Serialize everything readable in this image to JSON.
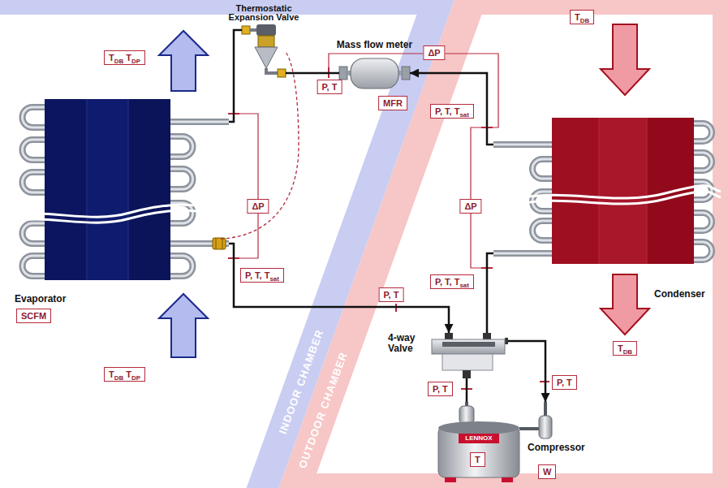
{
  "diagram": {
    "nodes": [
      {
        "text": [
          "TDB TDP"
        ]
      },
      {
        "text": [
          "Thermostatic Expansion Valve"
        ]
      },
      {
        "text": [
          "Mass flow meter"
        ]
      },
      {
        "text": [
          "ΔP"
        ]
      },
      {
        "text": [
          "TDB"
        ]
      },
      {
        "text": [
          "P, T"
        ]
      },
      {
        "text": [
          "MFR"
        ]
      },
      {
        "text": [
          "P, T, Tsat"
        ]
      },
      {
        "text": [
          "Evaporator"
        ]
      },
      {
        "text": [
          "Condenser"
        ]
      },
      {
        "text": [
          "ΔP"
        ]
      },
      {
        "text": [
          "ΔP"
        ]
      },
      {
        "text": [
          "P, T, Tsat"
        ]
      },
      {
        "text": [
          "P, T, Tsat"
        ]
      },
      {
        "text": [
          "P, T"
        ]
      },
      {
        "text": [
          "SCFM"
        ]
      },
      {
        "text": [
          "4-way Valve"
        ]
      },
      {
        "text": [
          "TDB"
        ]
      },
      {
        "text": [
          "TDB TDP"
        ]
      },
      {
        "text": [
          "P, T"
        ]
      },
      {
        "text": [
          "P, T"
        ]
      },
      {
        "text": [
          "LENNOX",
          "Compressor"
        ]
      },
      {
        "text": [
          "T"
        ],
        "in": 21
      },
      {
        "text": [
          "W"
        ],
        "in": 21
      }
    ],
    "edges": [
      {
        "from": 9,
        "to": 2,
        "arrow": "to"
      },
      {
        "from": 2,
        "to": 1,
        "arrow": "none"
      },
      {
        "from": 1,
        "to": 8,
        "arrow": "none"
      },
      {
        "from": 8,
        "to": 16,
        "arrow": "to"
      },
      {
        "from": 16,
        "to": 21,
        "arrow": "none"
      },
      {
        "from": 16,
        "to": 21,
        "arrow": "to"
      },
      {
        "from": 16,
        "to": 9,
        "arrow": "none"
      }
    ],
    "labels": [
      "INDOOR CHAMBER",
      "OUTDOOR CHAMBER"
    ]
  }
}
